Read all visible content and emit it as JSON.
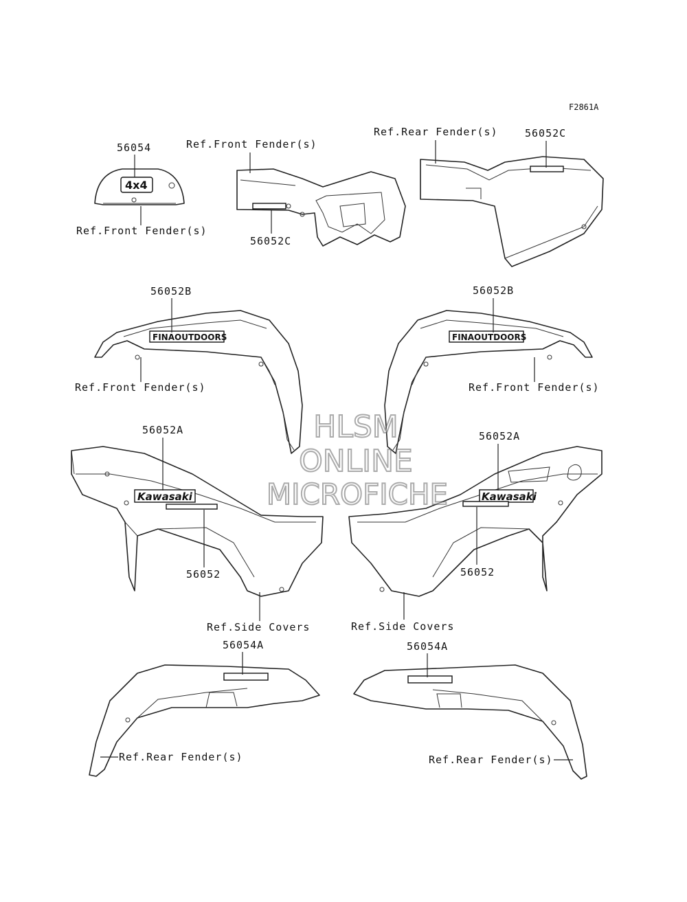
{
  "figure_code": "F2861A",
  "labels": {
    "p56054": "56054",
    "ref_front_fender_1": "Ref.Front Fender(s)",
    "ref_front_fender_2": "Ref.Front Fender(s)",
    "p56052C_1": "56052C",
    "ref_rear_fender_1": "Ref.Rear Fender(s)",
    "p56052C_2": "56052C",
    "p56052B_left": "56052B",
    "ref_front_fender_3": "Ref.Front Fender(s)",
    "p56052B_right": "56052B",
    "ref_front_fender_4": "Ref.Front Fender(s)",
    "p56052A_left": "56052A",
    "p56052_left": "56052",
    "ref_side_covers_left": "Ref.Side Covers",
    "p56052A_right": "56052A",
    "p56052_right": "56052",
    "ref_side_covers_right": "Ref.Side Covers",
    "p56054A_left": "56054A",
    "ref_rear_fender_left": "Ref.Rear Fender(s)",
    "p56054A_right": "56054A",
    "ref_rear_fender_right": "Ref.Rear Fender(s)"
  },
  "decals": {
    "badge_4x4": "4x4",
    "outdoors_left": "FINAOUTDOORS",
    "outdoors_right": "FINAOUTDOORS",
    "kawasaki_left": "Kawasaki",
    "kawasaki_right": "Kawasaki"
  },
  "watermark": {
    "line1": "HLSM",
    "line2": "ONLINE",
    "line3": "MICROFICHE"
  }
}
